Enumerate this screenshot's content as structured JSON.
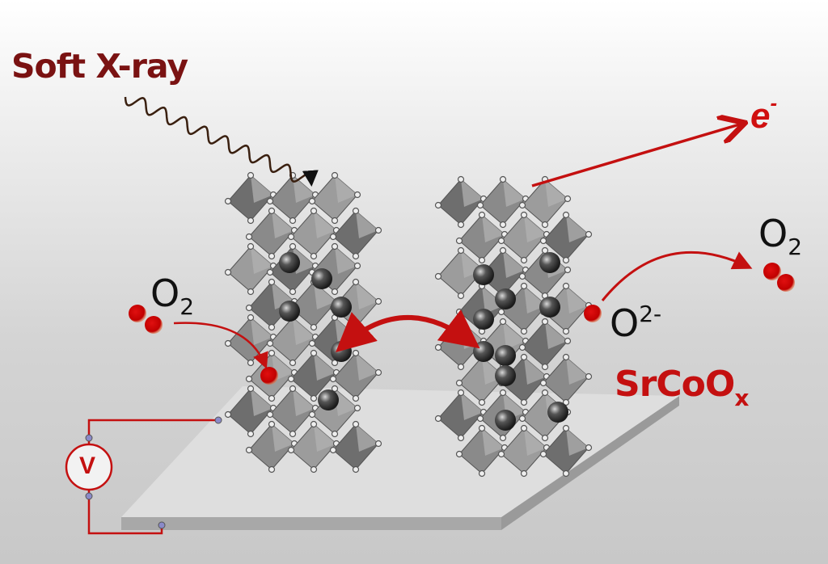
{
  "labels": {
    "soft_xray": "Soft X-ray",
    "electron": "e",
    "electron_charge": "-",
    "o2_right": "O",
    "o2_right_sub": "2",
    "o2_left": "O",
    "o2_left_sub": "2",
    "oxygen_ion": "O",
    "oxygen_ion_charge": "2-",
    "material": "SrCoO",
    "material_sub": "x",
    "voltmeter": "V"
  },
  "colors": {
    "accent_red": "#c41010",
    "title_red": "#7a1212",
    "octahedra": "#808080",
    "substrate": "#dcdcdc"
  }
}
